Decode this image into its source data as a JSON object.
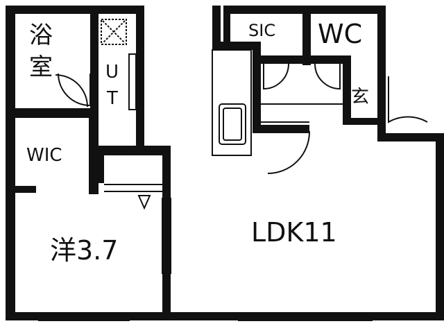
{
  "rooms": {
    "bath_line1": "浴",
    "bath_line2": "室",
    "ut_line1": "U",
    "ut_line2": "T",
    "sic": "SIC",
    "wc": "WC",
    "entrance": "玄",
    "wic": "WIC",
    "western": "洋3.7",
    "ldk": "LDK11"
  }
}
